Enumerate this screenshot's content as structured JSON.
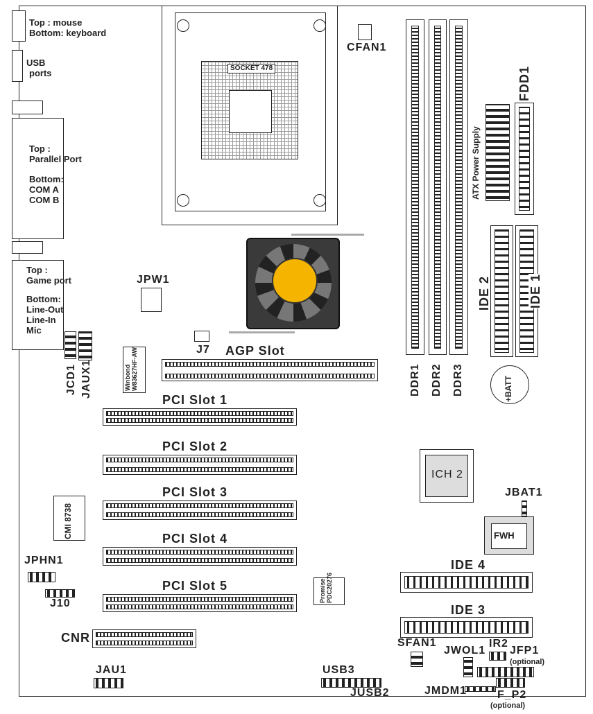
{
  "board": {
    "ps2": {
      "line1": "Top : mouse",
      "line2": "Bottom: keyboard"
    },
    "usb": {
      "line1": "USB",
      "line2": "ports"
    },
    "parallel": {
      "line1": "Top :",
      "line2": "Parallel Port",
      "line3": "Bottom:",
      "line4": "COM A",
      "line5": "COM B"
    },
    "game": {
      "line1": "Top :",
      "line2": "Game port",
      "line3": "Bottom:",
      "line4": "Line-Out",
      "line5": "Line-In",
      "line6": "Mic"
    },
    "socket": "SOCKET 478",
    "cfan": "CFAN1",
    "jpw": "JPW1",
    "j7": "J7",
    "agp": "AGP Slot",
    "winbond": {
      "line1": "Winbond",
      "line2": "W83627HF-AW"
    },
    "jcd": "JCD1",
    "jaux": "JAUX1",
    "ddr": [
      "DDR1",
      "DDR2",
      "DDR3"
    ],
    "atx": "ATX Power Supply",
    "fdd": "FDD1",
    "ide2": "IDE 2",
    "ide1": "IDE 1",
    "batt": "+BATT",
    "pci": [
      "PCI Slot 1",
      "PCI Slot 2",
      "PCI Slot 3",
      "PCI Slot 4",
      "PCI Slot 5"
    ],
    "ich": "ICH 2",
    "jbat": "JBAT1",
    "fwh": "FWH",
    "ide4": "IDE 4",
    "ide3": "IDE 3",
    "cmi": "CMI 8738",
    "jphn": "JPHN1",
    "j10": "J10",
    "promise": {
      "line1": "Promise",
      "line2": "PDC20276"
    },
    "cnr": "CNR",
    "jau": "JAU1",
    "usb3": "USB3",
    "jusb2": "JUSB2",
    "sfan": "SFAN1",
    "jwol": "JWOL1",
    "ir2": "IR2",
    "jfp": "JFP1",
    "optional": "(optional)",
    "jmdm": "JMDM1",
    "fp2": "F_P2"
  }
}
